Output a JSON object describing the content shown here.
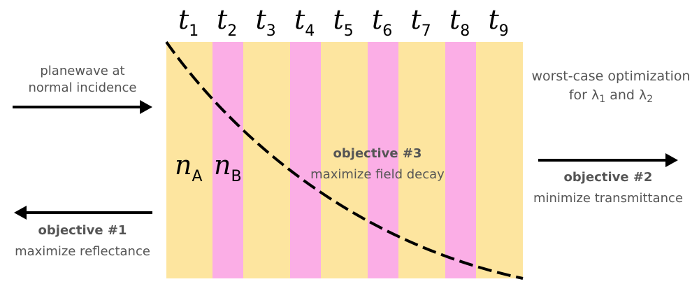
{
  "layer_labels": [
    {
      "base": "t",
      "sub": "1"
    },
    {
      "base": "t",
      "sub": "2"
    },
    {
      "base": "t",
      "sub": "3"
    },
    {
      "base": "t",
      "sub": "4"
    },
    {
      "base": "t",
      "sub": "5"
    },
    {
      "base": "t",
      "sub": "6"
    },
    {
      "base": "t",
      "sub": "7"
    },
    {
      "base": "t",
      "sub": "8"
    },
    {
      "base": "t",
      "sub": "9"
    }
  ],
  "layer_materials": [
    "A",
    "B",
    "A",
    "B",
    "A",
    "B",
    "A",
    "B",
    "A"
  ],
  "colors": {
    "material_A": "#fde59f",
    "material_B": "#fbaee6",
    "arrow": "#000000",
    "text": "#555555"
  },
  "incident": {
    "line1": "planewave at",
    "line2": "normal incidence"
  },
  "objective1": {
    "title": "objective #1",
    "desc": "maximize reflectance"
  },
  "objective2": {
    "title": "objective #2",
    "desc": "minimize transmittance"
  },
  "objective3": {
    "title": "objective #3",
    "desc": "maximize field decay"
  },
  "worst_case": {
    "line1": "worst-case optimization",
    "line2_prefix": "for λ",
    "sub1": "1",
    "line2_mid": " and λ",
    "sub2": "2"
  },
  "material_labels": {
    "nA_base": "n",
    "nA_sub": "A",
    "nB_base": "n",
    "nB_sub": "B"
  }
}
